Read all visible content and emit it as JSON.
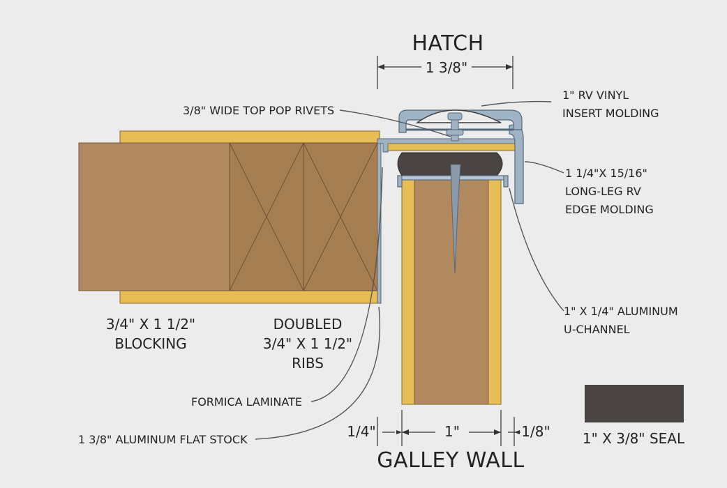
{
  "title_top": "HATCH",
  "title_bottom": "GALLEY WALL",
  "dimensions": {
    "hatch_width": "1 3/8\"",
    "left_gap": "1/4\"",
    "wall_width": "1\"",
    "right_gap": "1/8\""
  },
  "labels": {
    "rivets": "3/8\" WIDE TOP POP RIVETS",
    "vinyl_1": "1\" RV VINYL",
    "vinyl_2": "INSERT MOLDING",
    "edge_1": "1 1/4\"X 15/16\"",
    "edge_2": "LONG-LEG RV",
    "edge_3": "EDGE MOLDING",
    "uch_1": "1\" X 1/4\" ALUMINUM",
    "uch_2": "U-CHANNEL",
    "blocking_1": "3/4\" X 1 1/2\"",
    "blocking_2": "BLOCKING",
    "ribs_1": "DOUBLED",
    "ribs_2": "3/4\" X 1 1/2\"",
    "ribs_3": "RIBS",
    "formica": "FORMICA LAMINATE",
    "flatstock": "1 3/8\" ALUMINUM FLAT STOCK",
    "seal_legend": "1\" X 3/8\" SEAL"
  },
  "colors": {
    "background": "#ececec",
    "wood": "#b08a5e",
    "wood_dark": "#a57e52",
    "laminate": "#e7be55",
    "aluminum": "#9fb3c4",
    "seal": "#4a4442",
    "leader": "#555555"
  }
}
